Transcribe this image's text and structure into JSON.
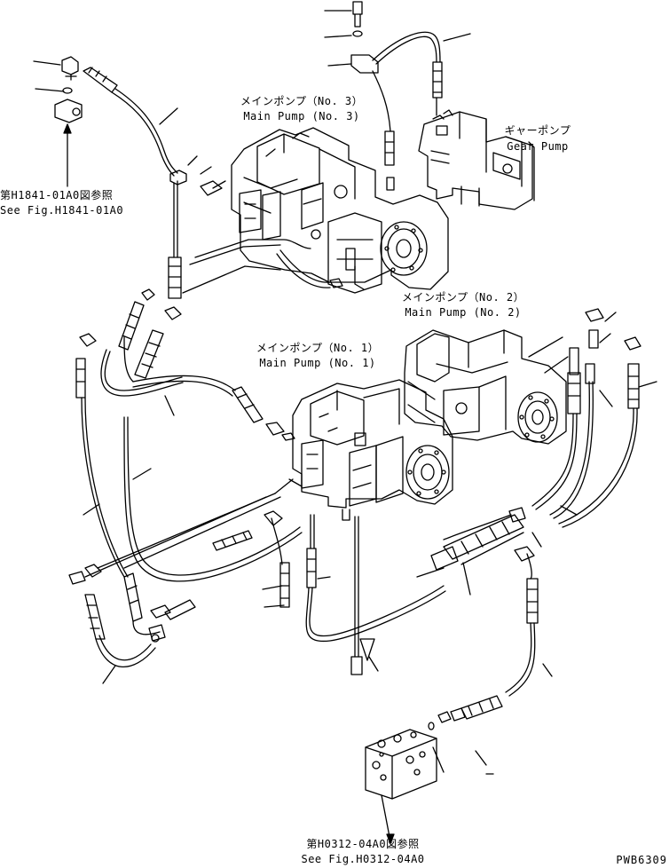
{
  "diagram": {
    "labels": {
      "main_pump_3_jp": "メインポンプ（No. 3）",
      "main_pump_3_en": "Main Pump (No. 3)",
      "gear_pump_jp": "ギャーポンプ",
      "gear_pump_en": "Gear Pump",
      "main_pump_2_jp": "メインポンプ（No. 2）",
      "main_pump_2_en": "Main Pump (No. 2)",
      "main_pump_1_jp": "メインポンプ（No. 1）",
      "main_pump_1_en": "Main Pump (No. 1)",
      "ref_h1841_jp": "第H1841-01A0図参照",
      "ref_h1841_en": "See Fig.H1841-01A0",
      "ref_h0312_jp": "第H0312-04A0図参照",
      "ref_h0312_en": "See Fig.H0312-04A0",
      "drawing_code": "PWB6309"
    },
    "colors": {
      "ink": "#000000",
      "paper": "#ffffff"
    }
  }
}
